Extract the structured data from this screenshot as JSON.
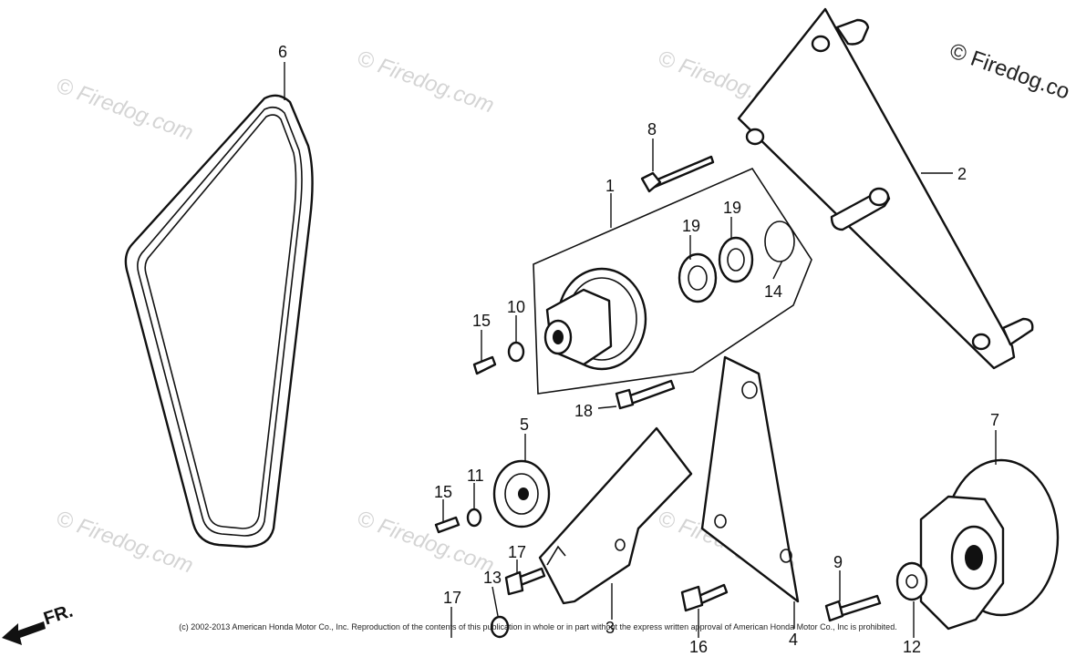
{
  "watermark": {
    "text": "© Firedog.com",
    "corner_text": "© Firedog.co"
  },
  "copyright": "(c) 2002-2013 American Honda Motor Co., Inc. Reproduction of the contents of this publication in whole or in part without the express written approval of American Honda Motor Co., Inc is prohibited.",
  "direction_label": "FR.",
  "callouts": {
    "c1": "1",
    "c2": "2",
    "c4": "4",
    "c5": "5",
    "c6": "6",
    "c7": "7",
    "c8": "8",
    "c9": "9",
    "c10": "10",
    "c11": "11",
    "c12": "12",
    "c13": "13",
    "c14": "14",
    "c15a": "15",
    "c15b": "15",
    "c16": "16",
    "c17a": "17",
    "c17b": "17",
    "c18": "18",
    "c19a": "19",
    "c19b": "19",
    "c3": "3"
  }
}
